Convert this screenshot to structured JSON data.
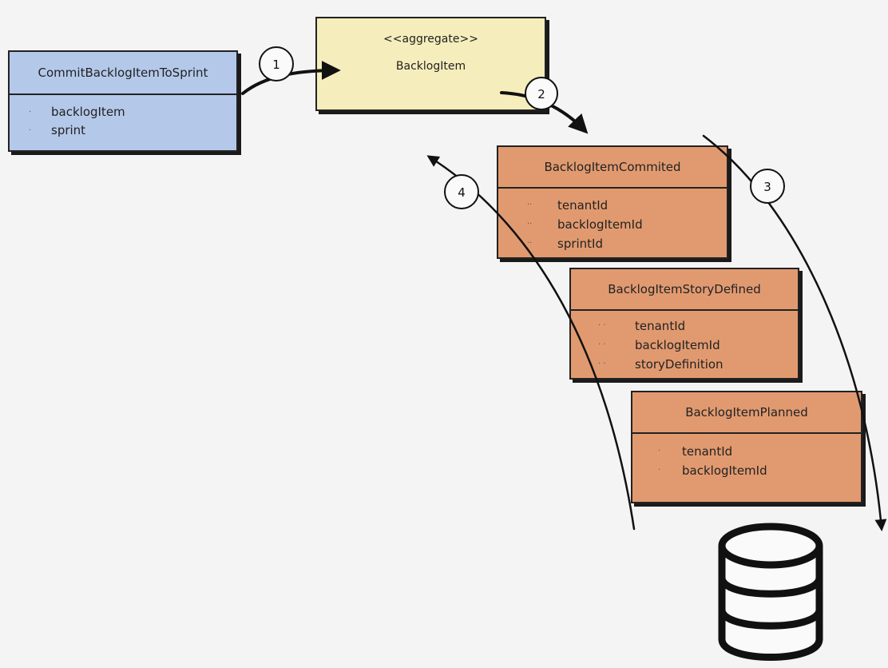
{
  "command": {
    "title": "CommitBacklogItemToSprint",
    "fields": [
      "backlogItem",
      "sprint"
    ]
  },
  "aggregate": {
    "stereotype": "<<aggregate>>",
    "name": "BacklogItem"
  },
  "events": [
    {
      "title": "BacklogItemCommited",
      "fields": [
        "tenantId",
        "backlogItemId",
        "sprintId"
      ]
    },
    {
      "title": "BacklogItemStoryDefined",
      "fields": [
        "tenantId",
        "backlogItemId",
        "storyDefinition"
      ]
    },
    {
      "title": "BacklogItemPlanned",
      "fields": [
        "tenantId",
        "backlogItemId"
      ]
    }
  ],
  "steps": [
    "1",
    "2",
    "3",
    "4"
  ],
  "colors": {
    "command": "#b4c9ea",
    "aggregate": "#f6edbc",
    "event": "#e19a70"
  },
  "icons": {
    "store": "database-icon"
  }
}
